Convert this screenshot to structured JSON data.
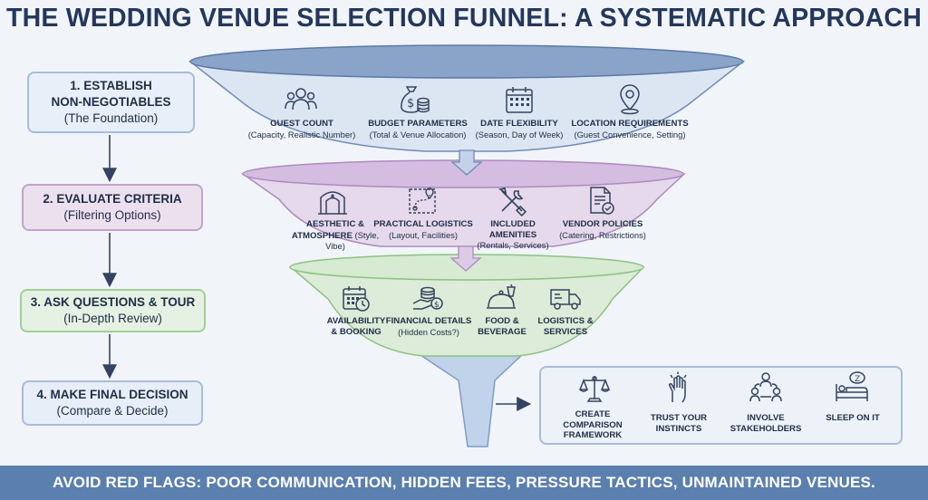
{
  "title": "THE WEDDING VENUE SELECTION FUNNEL: A SYSTEMATIC APPROACH",
  "steps": [
    {
      "title_line1": "1. ESTABLISH",
      "title_line2": "NON-NEGOTIABLES",
      "subtitle": "(The Foundation)"
    },
    {
      "title": "2. EVALUATE CRITERIA",
      "subtitle": "(Filtering Options)"
    },
    {
      "title": "3. ASK QUESTIONS & TOUR",
      "subtitle": "(In-Depth Review)"
    },
    {
      "title": "4. MAKE FINAL DECISION",
      "subtitle": "(Compare & Decide)"
    }
  ],
  "tier1": [
    {
      "icon": "people-group-icon",
      "title": "GUEST COUNT",
      "sub": "(Capacity, Realistic Number)"
    },
    {
      "icon": "money-bag-icon",
      "title": "BUDGET PARAMETERS",
      "sub": "(Total & Venue Allocation)"
    },
    {
      "icon": "calendar-icon",
      "title": "DATE FLEXIBILITY",
      "sub": "(Season, Day of Week)"
    },
    {
      "icon": "location-pin-icon",
      "title": "LOCATION REQUIREMENTS",
      "sub": "(Guest Convenience, Setting)"
    }
  ],
  "tier2": [
    {
      "icon": "venue-arch-icon",
      "title_a": "AESTHETIC &",
      "title_b": "ATMOSPHERE",
      "sub_a": " (Style,",
      "sub_b": "Vibe)"
    },
    {
      "icon": "route-map-icon",
      "title": "PRACTICAL LOGISTICS",
      "sub": "(Layout, Facilities)"
    },
    {
      "icon": "tools-icon",
      "title": "INCLUDED AMENITIES",
      "sub": "(Rentals, Services)"
    },
    {
      "icon": "document-check-icon",
      "title": "VENDOR POLICIES",
      "sub": "(Catering, Restrictions)"
    }
  ],
  "tier3": [
    {
      "icon": "calendar-clock-icon",
      "title_a": "AVAILABILITY",
      "title_b": "& BOOKING"
    },
    {
      "icon": "coins-icon",
      "title": "FINANCIAL DETAILS",
      "sub": "(Hidden Costs?)"
    },
    {
      "icon": "food-cloche-icon",
      "title_a": "FOOD &",
      "title_b": "BEVERAGE"
    },
    {
      "icon": "truck-icon",
      "title_a": "LOGISTICS &",
      "title_b": "SERVICES"
    }
  ],
  "final": [
    {
      "icon": "scales-icon",
      "title_a": "CREATE",
      "title_b": "COMPARISON",
      "title_c": "FRAMEWORK"
    },
    {
      "icon": "hand-icon",
      "title_a": "TRUST YOUR",
      "title_b": "INSTINCTS"
    },
    {
      "icon": "stakeholders-icon",
      "title_a": "INVOLVE",
      "title_b": "STAKEHOLDERS"
    },
    {
      "icon": "sleep-bed-icon",
      "title": "SLEEP ON IT"
    }
  ],
  "footer": "AVOID RED FLAGS: POOR COMMUNICATION, HIDDEN FEES, PRESSURE TACTICS, UNMAINTAINED VENUES.",
  "colors": {
    "navy": "#24375b",
    "blue_fill": "#dbe5f3",
    "purple_fill": "#e4d7ea",
    "green_fill": "#dcecd8",
    "footer": "#5b7fae"
  }
}
